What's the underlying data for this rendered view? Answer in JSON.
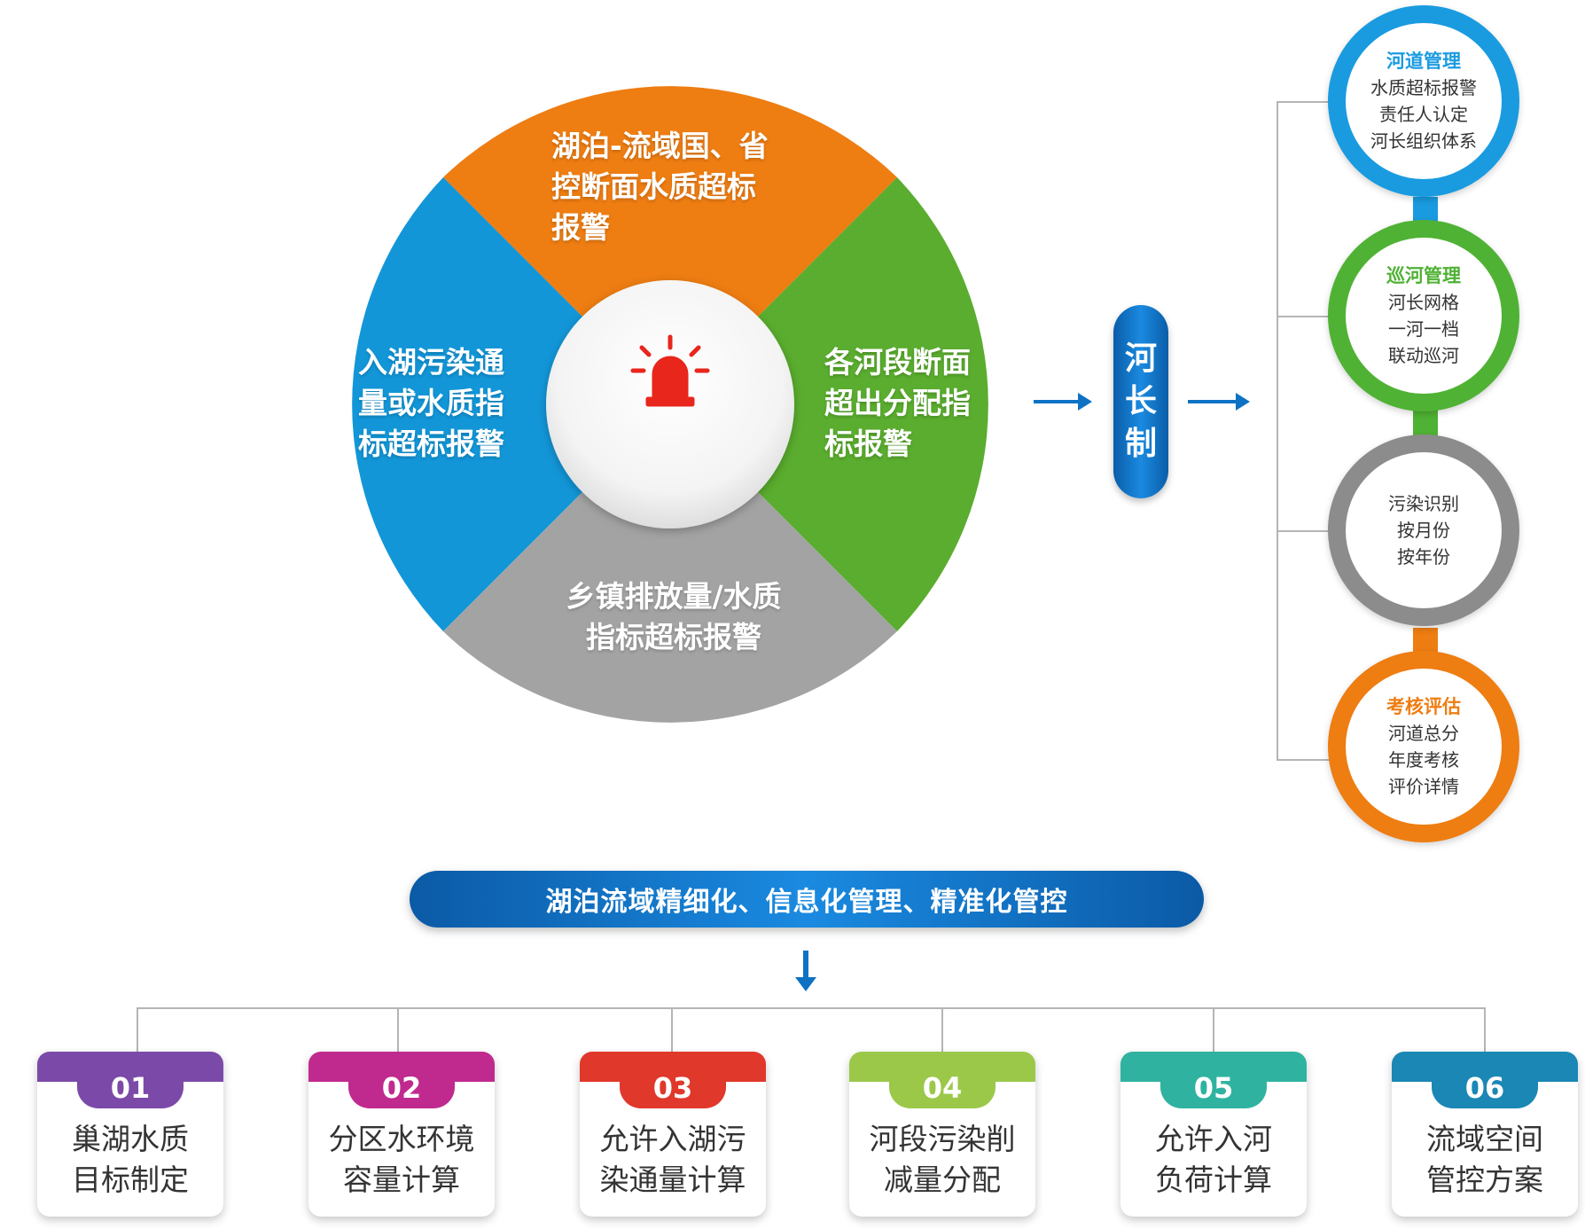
{
  "ring": {
    "sectors": {
      "top": {
        "lines": [
          "湖泊-流域国、省",
          "控断面水质超标",
          "报警"
        ],
        "color": "#ee7d12"
      },
      "left": {
        "lines": [
          "入湖污染通",
          "量或水质指",
          "标超标报警"
        ],
        "color": "#1296d8"
      },
      "right": {
        "lines": [
          "各河段断面",
          "超出分配指",
          "标报警"
        ],
        "color": "#5aad2e"
      },
      "bottom": {
        "lines": [
          "乡镇排放量/水质",
          "指标超标报警"
        ],
        "color": "#a3a3a3"
      }
    },
    "center_icon": "alarm-siren-icon",
    "center_icon_color": "#e8261c"
  },
  "hezhang": {
    "chars": [
      "河",
      "长",
      "制"
    ]
  },
  "management": [
    {
      "title": "河道管理",
      "items": [
        "水质超标报警",
        "责任人认定",
        "河长组织体系"
      ],
      "color": "#1a9be0"
    },
    {
      "title": "巡河管理",
      "items": [
        "河长网格",
        "一河一档",
        "联动巡河"
      ],
      "color": "#4fb234"
    },
    {
      "title": "",
      "items": [
        "污染识别",
        "按月份",
        "按年份"
      ],
      "color": "#8c8c8c"
    },
    {
      "title": "考核评估",
      "items": [
        "河道总分",
        "年度考核",
        "评价详情"
      ],
      "color": "#ee7d12"
    }
  ],
  "goal": {
    "text": "湖泊流域精细化、信息化管理、精准化管控"
  },
  "steps": [
    {
      "number": "01",
      "lines": [
        "巢湖水质",
        "目标制定"
      ],
      "color": "#7b4aa8"
    },
    {
      "number": "02",
      "lines": [
        "分区水环境",
        "容量计算"
      ],
      "color": "#c02a8e"
    },
    {
      "number": "03",
      "lines": [
        "允许入湖污",
        "染通量计算"
      ],
      "color": "#e0382b"
    },
    {
      "number": "04",
      "lines": [
        "河段污染削",
        "减量分配"
      ],
      "color": "#9cc84a"
    },
    {
      "number": "05",
      "lines": [
        "允许入河",
        "负荷计算"
      ],
      "color": "#2fb3a0"
    },
    {
      "number": "06",
      "lines": [
        "流域空间",
        "管控方案"
      ],
      "color": "#1a87b5"
    }
  ]
}
